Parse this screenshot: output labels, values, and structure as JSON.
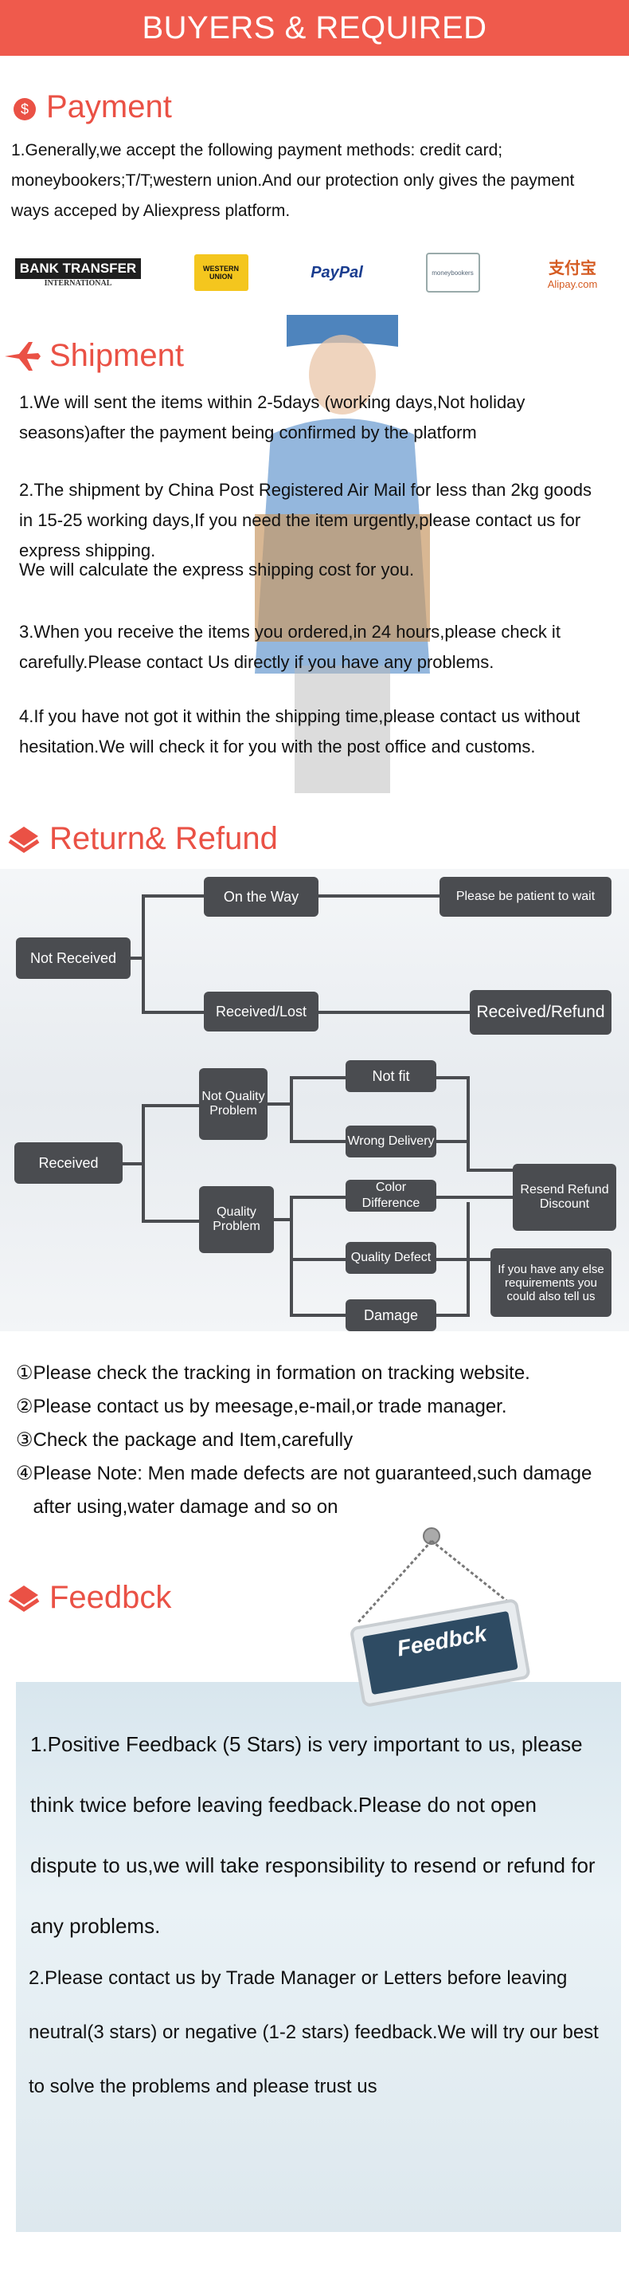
{
  "header": {
    "title": "BUYERS & REQUIRED"
  },
  "payment": {
    "title": "Payment",
    "text": "1.Generally,we accept the following payment methods: credit card; moneybookers;T/T;western union.And our protection only gives the payment ways acceped by Aliexpress platform.",
    "logos": [
      {
        "name": "bank-transfer-logo",
        "label": "BANK TRANSFER",
        "sub": "INTERNATIONAL"
      },
      {
        "name": "western-union-logo",
        "label": "WESTERN UNION"
      },
      {
        "name": "paypal-logo",
        "label": "PayPal"
      },
      {
        "name": "moneybookers-logo",
        "label": "moneybookers"
      },
      {
        "name": "alipay-logo",
        "label": "支付宝",
        "sub": "Alipay.com"
      }
    ]
  },
  "shipment": {
    "title": "Shipment",
    "items": [
      "1.We will sent the items within 2-5days (working days,Not holiday seasons)after the payment being confirmed by the platform",
      "2.The shipment by China Post Registered Air Mail for less than 2kg goods in 15-25 working days,If you need the item urgently,please contact us for express shipping.",
      "We will calculate the express shipping cost for you.",
      "3.When you receive the items you ordered,in 24 hours,please check it carefully.Please contact Us directly if you have any problems.",
      "4.If you have not got it within the shipping time,please contact us without hesitation.We will check it for you with the post office and customs."
    ]
  },
  "refund": {
    "title": "Return& Refund",
    "nodes": {
      "not_received": "Not Received",
      "on_the_way": "On the Way",
      "be_patient": "Please be patient to wait",
      "received_lost": "Received/Lost",
      "received_refund": "Received/Refund",
      "received": "Received",
      "not_quality_problem": "Not Quality Problem",
      "quality_problem": "Quality Problem",
      "not_fit": "Not fit",
      "wrong_delivery": "Wrong Delivery",
      "color_difference": "Color Difference",
      "quality_defect": "Quality Defect",
      "damage": "Damage",
      "resend_refund_discount": "Resend Refund Discount",
      "other_requirements": "If you have any else requirements you could also tell us"
    },
    "notes": [
      {
        "num": "①",
        "text": "Please check the tracking in formation on tracking website."
      },
      {
        "num": "②",
        "text": "Please contact us by meesage,e-mail,or trade manager."
      },
      {
        "num": "③",
        "text": "Check the package and Item,carefully"
      },
      {
        "num": "④",
        "text": "Please Note: Men made defects are not guaranteed,such damage after using,water damage and so on"
      }
    ]
  },
  "feedback": {
    "title": "Feedbck",
    "sign": "Feedbck",
    "paragraphs": [
      "1.Positive Feedback (5 Stars) is very important to us, please think twice before leaving feedback.Please do not open dispute to us,we will take responsibility to resend or refund for any problems.",
      "2.Please contact us by Trade Manager or Letters before leaving neutral(3 stars) or negative (1-2 stars) feedback.We will try our best to solve the problems and please trust us"
    ]
  },
  "colors": {
    "accent": "#ef5a4c",
    "box": "#4a4c50"
  }
}
